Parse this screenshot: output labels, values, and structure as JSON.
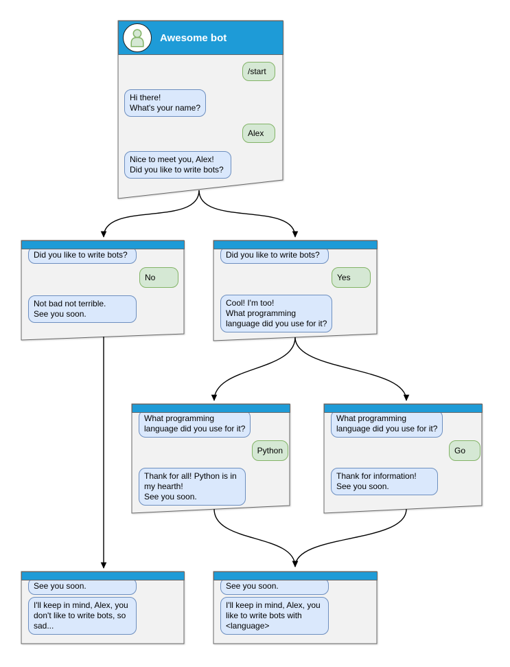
{
  "diagram_type": "chatbot-conversation-flowchart",
  "colors": {
    "titlebar": "#1e9bd7",
    "window_fill": "#f2f2f2",
    "window_border": "#666666",
    "bot_bubble_fill": "#dae8fc",
    "bot_bubble_border": "#6c8ebf",
    "user_bubble_fill": "#d5e8d4",
    "user_bubble_border": "#82b366",
    "connector": "#000000"
  },
  "icons": {
    "avatar": "person"
  },
  "windows": {
    "root": {
      "title": "Awesome bot",
      "messages": [
        {
          "from": "user",
          "text": "/start"
        },
        {
          "from": "bot",
          "text": "Hi there!\nWhat's your name?"
        },
        {
          "from": "user",
          "text": "Alex"
        },
        {
          "from": "bot",
          "text": "Nice to meet you, Alex!\nDid you like to write bots?"
        }
      ]
    },
    "branch_no": {
      "messages": [
        {
          "from": "bot",
          "text": "Did you like to write bots?"
        },
        {
          "from": "user",
          "text": "No"
        },
        {
          "from": "bot",
          "text": "Not bad not terrible.\nSee you soon."
        }
      ]
    },
    "branch_yes": {
      "messages": [
        {
          "from": "bot",
          "text": "Did you like to write bots?"
        },
        {
          "from": "user",
          "text": "Yes"
        },
        {
          "from": "bot",
          "text": "Cool! I'm too!\nWhat programming\nlanguage did you use for it?"
        }
      ]
    },
    "lang_python": {
      "messages": [
        {
          "from": "bot",
          "text": "What programming\nlanguage did you use for it?"
        },
        {
          "from": "user",
          "text": "Python"
        },
        {
          "from": "bot",
          "text": "Thank for all! Python is in\nmy hearth!\nSee you soon."
        }
      ]
    },
    "lang_go": {
      "messages": [
        {
          "from": "bot",
          "text": "What programming\nlanguage did you use for it?"
        },
        {
          "from": "user",
          "text": "Go"
        },
        {
          "from": "bot",
          "text": "Thank for information!\nSee you soon."
        }
      ]
    },
    "end_no": {
      "messages": [
        {
          "from": "bot",
          "text": "See you soon."
        },
        {
          "from": "bot",
          "text": "I'll keep in mind, Alex, you\ndon't like to write bots, so\nsad..."
        }
      ]
    },
    "end_yes": {
      "messages": [
        {
          "from": "bot",
          "text": "See you soon."
        },
        {
          "from": "bot",
          "text": "I'll keep in mind, Alex, you\nlike to write bots with\n<language>"
        }
      ]
    }
  },
  "edges": [
    {
      "from": "root",
      "to": "branch_no"
    },
    {
      "from": "root",
      "to": "branch_yes"
    },
    {
      "from": "branch_yes",
      "to": "lang_python"
    },
    {
      "from": "branch_yes",
      "to": "lang_go"
    },
    {
      "from": "branch_no",
      "to": "end_no"
    },
    {
      "from": "lang_python",
      "to": "end_yes"
    },
    {
      "from": "lang_go",
      "to": "end_yes"
    }
  ]
}
